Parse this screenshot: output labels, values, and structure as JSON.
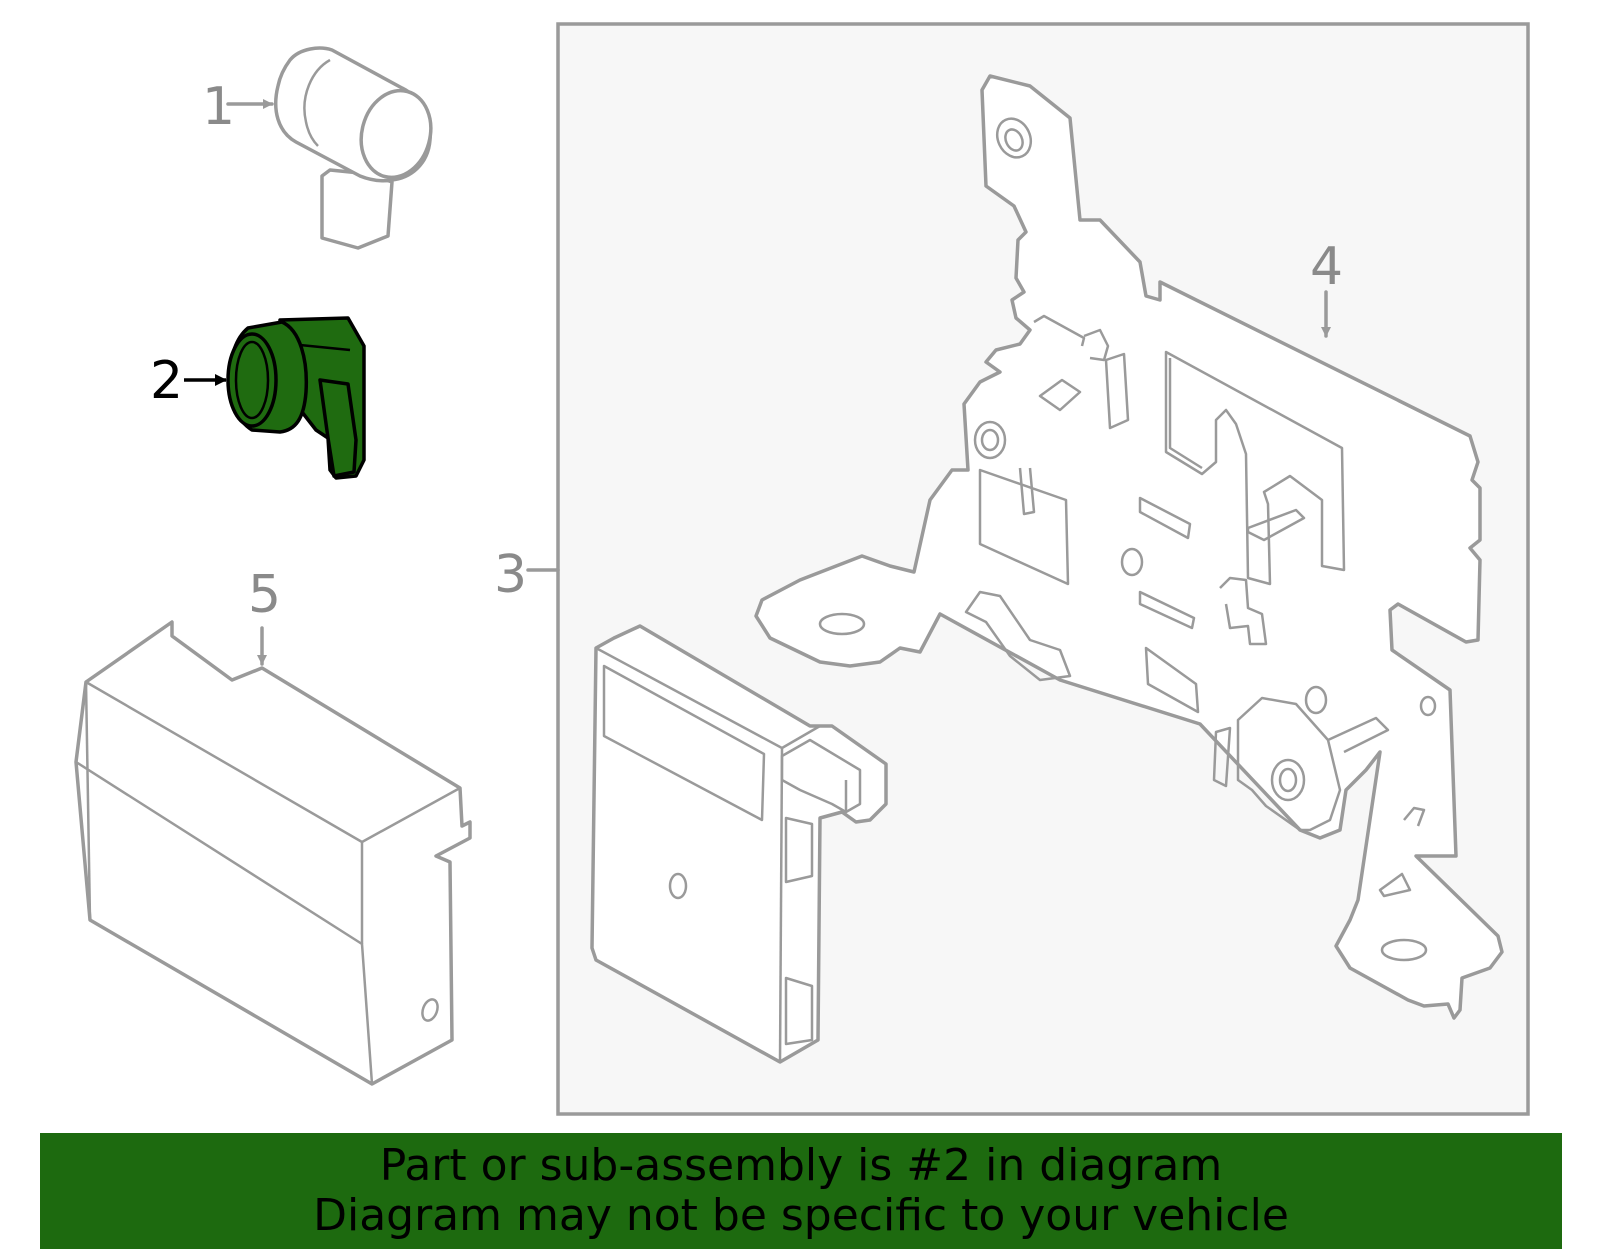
{
  "diagram": {
    "callouts": [
      {
        "number": "1",
        "highlighted": false
      },
      {
        "number": "2",
        "highlighted": true
      },
      {
        "number": "3",
        "highlighted": false
      },
      {
        "number": "4",
        "highlighted": false
      },
      {
        "number": "5",
        "highlighted": false
      }
    ],
    "highlight_color": "#1f6b10",
    "line_color": "#9a9a9a",
    "panel_color": "#f7f7f7"
  },
  "banner": {
    "line1": "Part or sub-assembly is #2 in diagram",
    "line2": "Diagram may not be specific to your vehicle",
    "background": "#1d6a0f"
  }
}
